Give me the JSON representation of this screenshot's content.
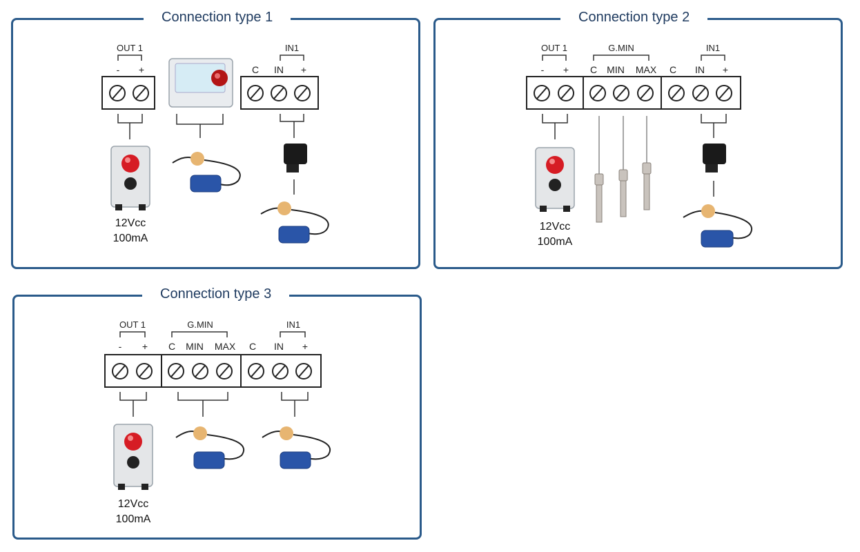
{
  "panels": [
    {
      "title": "Connection type 1",
      "out_group": "OUT 1",
      "out_minus": "-",
      "out_plus": "+",
      "in_group": "IN1",
      "in_c": "C",
      "in_in": "IN",
      "in_plus": "+",
      "spec_voltage": "12Vcc",
      "spec_current": "100mA"
    },
    {
      "title": "Connection type 2",
      "out_group": "OUT 1",
      "out_minus": "-",
      "out_plus": "+",
      "gmin_group": "G.MIN",
      "gmin_c": "C",
      "gmin_min": "MIN",
      "gmin_max": "MAX",
      "in_group": "IN1",
      "in_c": "C",
      "in_in": "IN",
      "in_plus": "+",
      "spec_voltage": "12Vcc",
      "spec_current": "100mA"
    },
    {
      "title": "Connection type 3",
      "out_group": "OUT 1",
      "out_minus": "-",
      "out_plus": "+",
      "gmin_group": "G.MIN",
      "gmin_c": "C",
      "gmin_min": "MIN",
      "gmin_max": "MAX",
      "in_group": "IN1",
      "in_c": "C",
      "in_in": "IN",
      "in_plus": "+",
      "spec_voltage": "12Vcc",
      "spec_current": "100mA"
    }
  ],
  "colors": {
    "border": "#2a5a8a",
    "title": "#1e3a5f",
    "siren_red": "#d61c24",
    "float_blue": "#2a55a8",
    "float_ball": "#e7b571"
  }
}
